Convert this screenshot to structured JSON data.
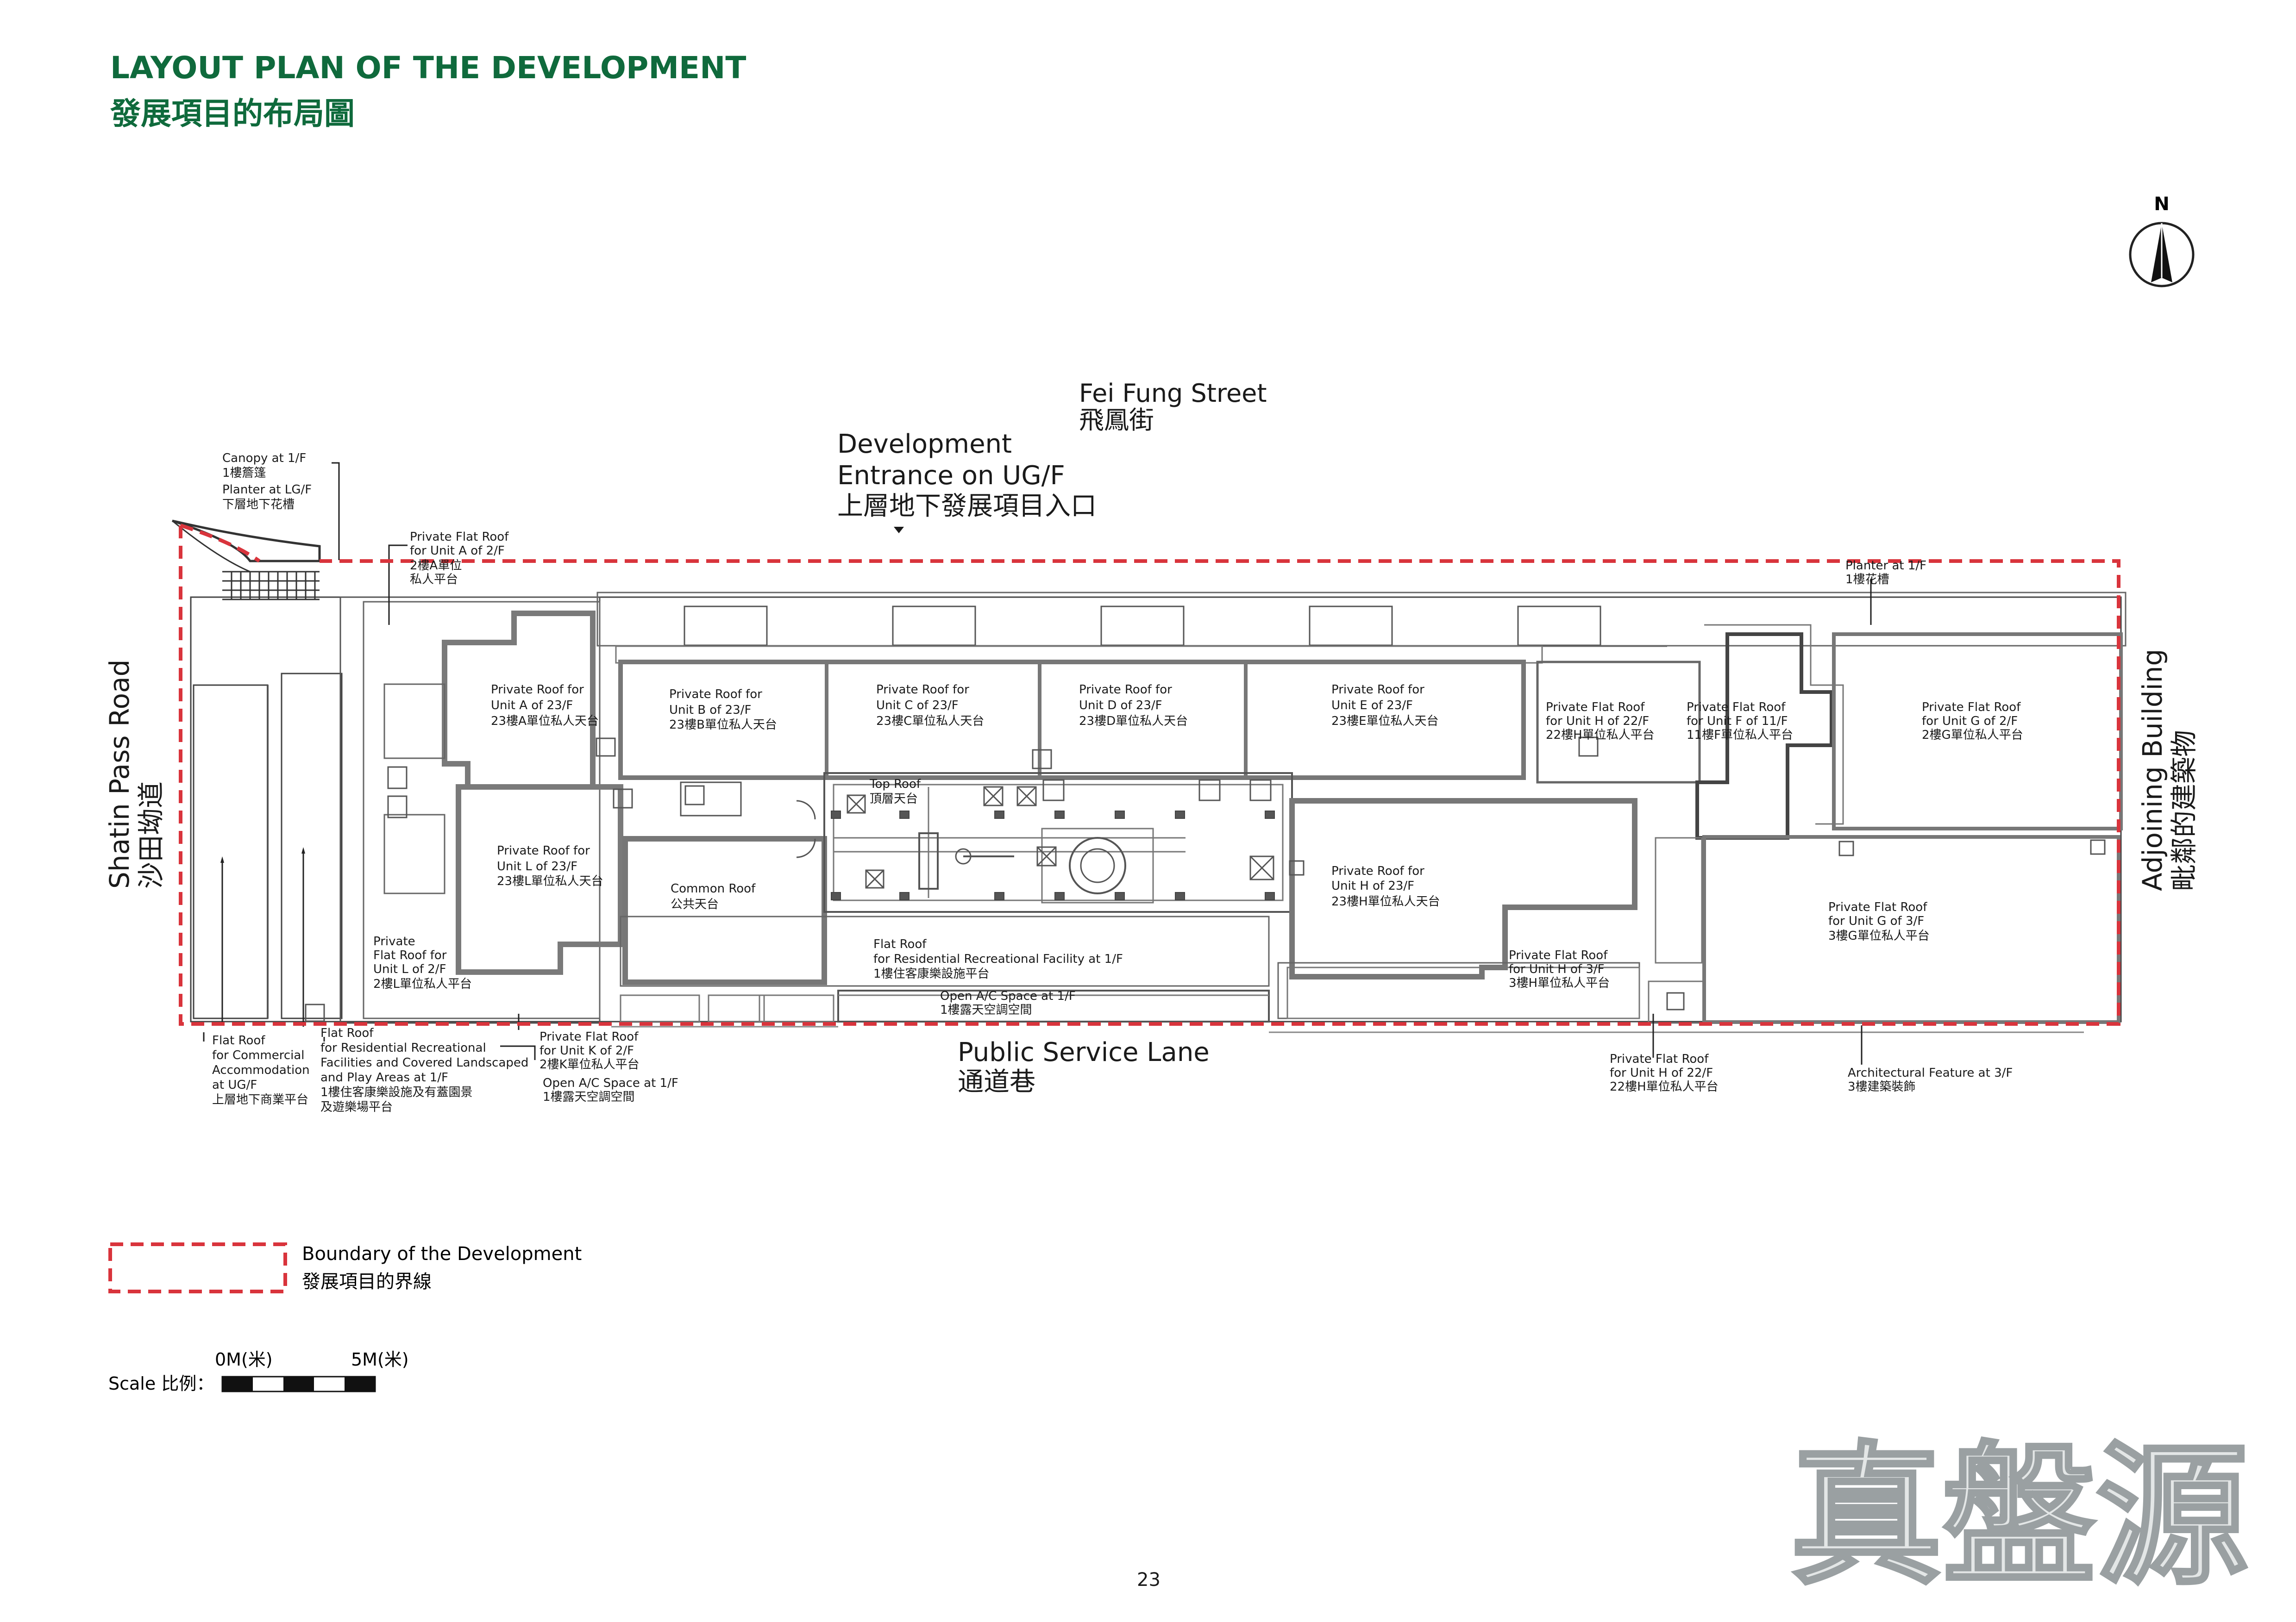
{
  "title": {
    "en": "LAYOUT PLAN OF THE DEVELOPMENT",
    "zh": "發展項目的布局圖"
  },
  "north": "N",
  "streets": {
    "fei_fung_en": "Fei Fung Street",
    "fei_fung_zh": "飛鳳街",
    "entrance_l1": "Development",
    "entrance_l2": "Entrance on UG/F",
    "entrance_zh": "上層地下發展項目入口",
    "shatin_en": "Shatin Pass Road",
    "shatin_zh": "沙田坳道",
    "adjoining_en": "Adjoining Building",
    "adjoining_zh": "毗鄰的建築物",
    "lane_en": "Public Service Lane",
    "lane_zh": "通道巷"
  },
  "labels": {
    "canopy": [
      "Canopy at 1/F",
      "1樓簷篷"
    ],
    "planter_lg": [
      "Planter at LG/F",
      "下層地下花槽"
    ],
    "pfr_a2": [
      "Private Flat Roof",
      "for Unit A of 2/F",
      "2樓A單位",
      "私人平台"
    ],
    "planter_1f": [
      "Planter at 1/F",
      "1樓花槽"
    ],
    "roof_a23": [
      "Private Roof for",
      "Unit A of 23/F",
      "23樓A單位私人天台"
    ],
    "roof_b23": [
      "Private Roof for",
      "Unit B of 23/F",
      "23樓B單位私人天台"
    ],
    "roof_c23": [
      "Private Roof for",
      "Unit C of 23/F",
      "23樓C單位私人天台"
    ],
    "roof_d23": [
      "Private Roof for",
      "Unit D of 23/F",
      "23樓D單位私人天台"
    ],
    "roof_e23": [
      "Private Roof for",
      "Unit E of 23/F",
      "23樓E單位私人天台"
    ],
    "pfr_h22a": [
      "Private Flat Roof",
      "for Unit H of 22/F",
      "22樓H單位私人平台"
    ],
    "pfr_f11": [
      "Private Flat Roof",
      "for Unit F of 11/F",
      "11樓F單位私人平台"
    ],
    "pfr_g2": [
      "Private Flat Roof",
      "for Unit G of 2/F",
      "2樓G單位私人平台"
    ],
    "top_roof": [
      "Top Roof",
      "頂層天台"
    ],
    "roof_l23": [
      "Private Roof for",
      "Unit L of 23/F",
      "23樓L單位私人天台"
    ],
    "common_roof": [
      "Common Roof",
      "公共天台"
    ],
    "roof_h23": [
      "Private Roof for",
      "Unit H of 23/F",
      "23樓H單位私人天台"
    ],
    "pfr_g3": [
      "Private Flat Roof",
      "for Unit G of 3/F",
      "3樓G單位私人平台"
    ],
    "pfr_l2": [
      "Private",
      "Flat Roof for",
      "Unit L of 2/F",
      "2樓L單位私人平台"
    ],
    "fr_rec": [
      "Flat Roof",
      "for Residential Recreational Facility at 1/F",
      "1樓住客康樂設施平台"
    ],
    "pfr_h3": [
      "Private Flat Roof",
      "for Unit H of 3/F",
      "3樓H單位私人平台"
    ],
    "open_ac": [
      "Open A/C Space at 1/F",
      "1樓露天空調空間"
    ],
    "fr_comm": [
      "Flat Roof",
      "for Commercial",
      "Accommodation",
      "at UG/F",
      "上層地下商業平台"
    ],
    "fr_resland": [
      "Flat Roof",
      "for Residential Recreational",
      "Facilities and Covered Landscaped",
      "and Play Areas at 1/F",
      "1樓住客康樂設施及有蓋園景",
      "及遊樂場平台"
    ],
    "pfr_k2": [
      "Private Flat Roof",
      "for Unit K of 2/F",
      "2樓K單位私人平台"
    ],
    "open_ac2": [
      "Open A/C Space at 1/F",
      "1樓露天空調空間"
    ],
    "pfr_h22b": [
      "Private Flat Roof",
      "for Unit H of 22/F",
      "22樓H單位私人平台"
    ],
    "arch": [
      "Architectural Feature at 3/F",
      "3樓建築裝飾"
    ]
  },
  "legend": {
    "en": "Boundary of the Development",
    "zh": "發展項目的界線"
  },
  "scale": {
    "label": "Scale 比例：",
    "zero": "0M(米)",
    "five": "5M(米)"
  },
  "watermark": "真盤源",
  "page_number": "23",
  "colors": {
    "title": "#0f6a3c",
    "boundary": "#d9343c",
    "ink": "#1a1a1a",
    "wall": "#6e6e6e"
  }
}
